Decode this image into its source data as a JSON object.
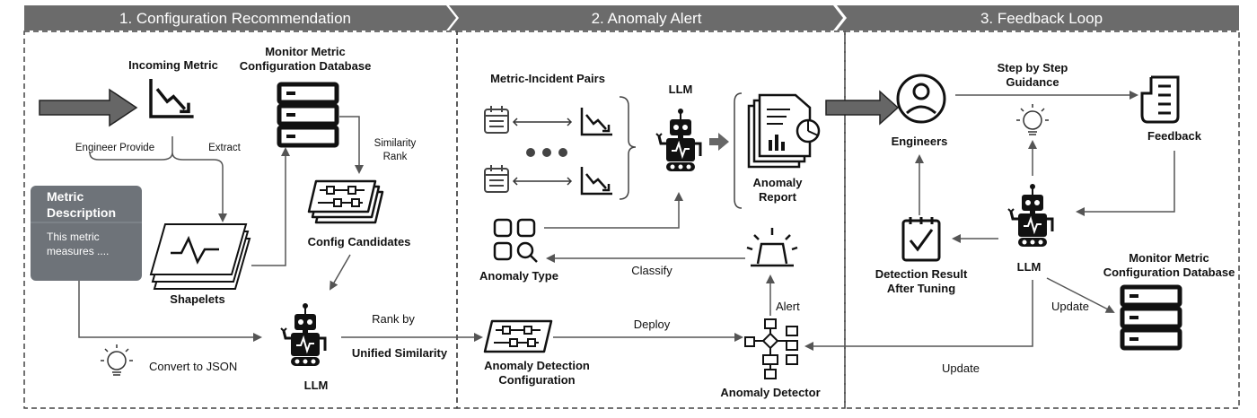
{
  "stages": {
    "s1": "1. Configuration Recommendation",
    "s2": "2. Anomaly Alert",
    "s3": "3. Feedback Loop"
  },
  "stage1": {
    "incoming_metric": "Incoming Metric",
    "db_line1": "Monitor Metric",
    "db_line2": "Configuration Database",
    "engineer_provide": "Engineer Provide",
    "extract": "Extract",
    "similarity": "Similarity",
    "rank": "Rank",
    "desc_title1": "Metric",
    "desc_title2": "Description",
    "desc_body1": "This metric",
    "desc_body2": "measures ....",
    "shapelets": "Shapelets",
    "config_candidates": "Config Candidates",
    "convert_json": "Convert to JSON",
    "llm": "LLM",
    "rank_by": "Rank by",
    "unified_similarity": "Unified Similarity"
  },
  "stage2": {
    "pairs": "Metric-Incident Pairs",
    "llm": "LLM",
    "report1": "Anomaly",
    "report2": "Report",
    "anomaly_type": "Anomaly Type",
    "classify": "Classify",
    "alert": "Alert",
    "deploy": "Deploy",
    "config1": "Anomaly Detection",
    "config2": "Configuration",
    "detector": "Anomaly Detector"
  },
  "stage3": {
    "guidance1": "Step by Step",
    "guidance2": "Guidance",
    "engineers": "Engineers",
    "feedback": "Feedback",
    "result1": "Detection Result",
    "result2": "After Tuning",
    "llm": "LLM",
    "db_line1": "Monitor Metric",
    "db_line2": "Configuration Database",
    "update1": "Update",
    "update2": "Update"
  },
  "colors": {
    "header": "#6b6b6b",
    "ink": "#1a1a1a",
    "arrow": "#555555",
    "desc_box": "#6e7379"
  }
}
